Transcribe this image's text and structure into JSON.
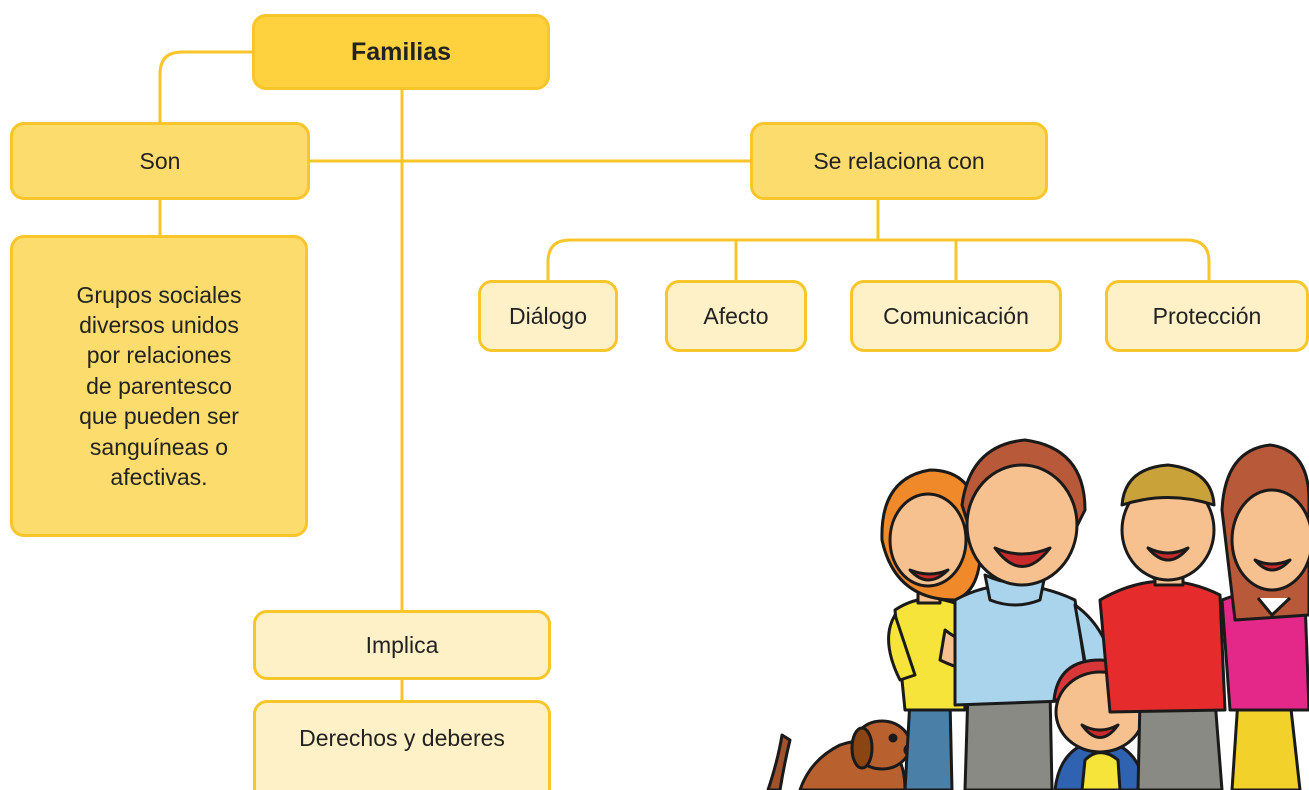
{
  "diagram": {
    "root": "Familias",
    "son": "Son",
    "son_desc": "Grupos sociales\ndiversos unidos\npor relaciones\nde parentesco\nque pueden ser\nsanguíneas o\nafectivas.",
    "relaciona": "Se relaciona con",
    "relaciona_items": [
      "Diálogo",
      "Afecto",
      "Comunicación",
      "Protección"
    ],
    "implica": "Implica",
    "implica_desc": "Derechos y deberes"
  },
  "colors": {
    "line": "#f8c52a",
    "node_dark": "#fddc6e",
    "node_light": "#fff1c7",
    "root_fill": "#fdd23e"
  },
  "illustration": {
    "icon": "family-illustration"
  }
}
